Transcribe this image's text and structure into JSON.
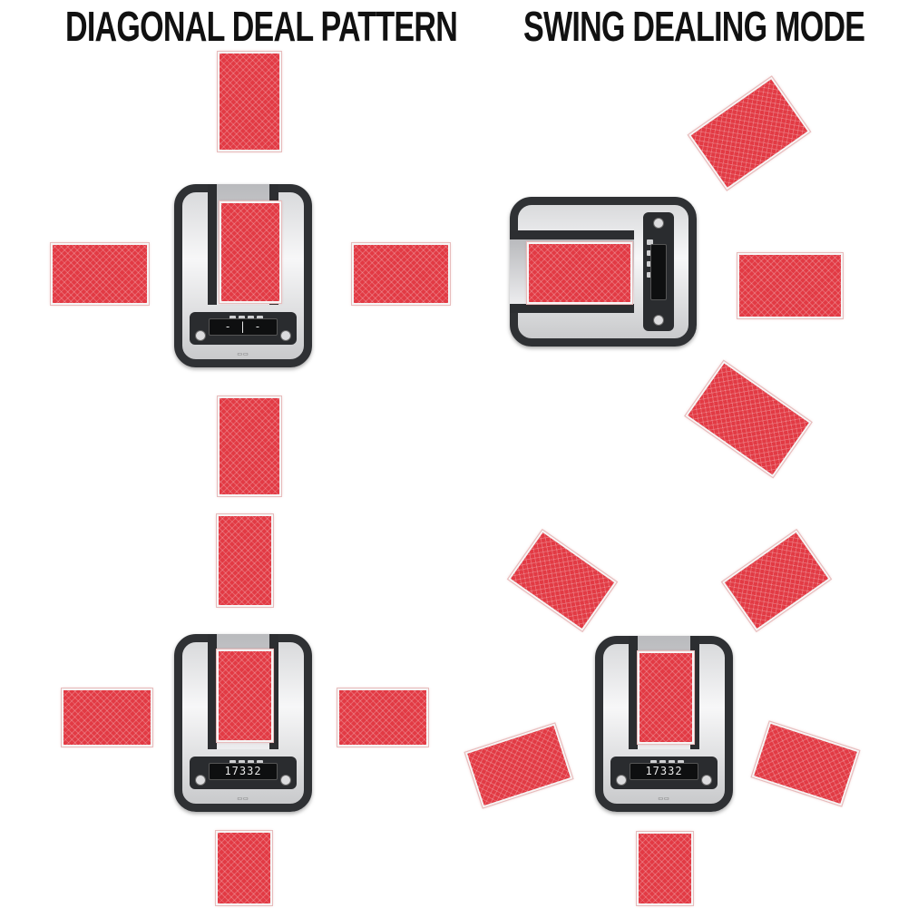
{
  "titles": {
    "left": "DIAGONAL DEAL PATTERN",
    "right": "SWING DEALING MODE"
  },
  "dealers": {
    "top_left_display": "- | -",
    "bottom_left_display": "17332",
    "bottom_right_display": "17332",
    "top_right_display": ""
  },
  "colors": {
    "card_red": "#e23a44",
    "dealer_frame": "#2f3134",
    "dealer_body": "#f0f0f1"
  }
}
